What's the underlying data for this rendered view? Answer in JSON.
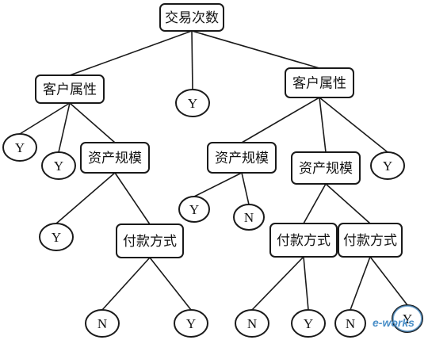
{
  "tree": {
    "decision_nodes": [
      {
        "id": "root",
        "label": "交易次数"
      },
      {
        "id": "a1",
        "label": "客户属性"
      },
      {
        "id": "a2",
        "label": "客户属性"
      },
      {
        "id": "b1",
        "label": "资产规模"
      },
      {
        "id": "b2",
        "label": "资产规模"
      },
      {
        "id": "b3",
        "label": "资产规模"
      },
      {
        "id": "c1",
        "label": "付款方式"
      },
      {
        "id": "c2",
        "label": "付款方式"
      },
      {
        "id": "c3",
        "label": "付款方式"
      }
    ],
    "leaves": [
      {
        "id": "l_root",
        "label": "Y"
      },
      {
        "id": "l_a1_1",
        "label": "Y"
      },
      {
        "id": "l_a1_2",
        "label": "Y"
      },
      {
        "id": "l_b1",
        "label": "Y"
      },
      {
        "id": "l_c1_1",
        "label": "N"
      },
      {
        "id": "l_c1_2",
        "label": "Y"
      },
      {
        "id": "l_b2_1",
        "label": "Y"
      },
      {
        "id": "l_b2_2",
        "label": "N"
      },
      {
        "id": "l_a2",
        "label": "Y"
      },
      {
        "id": "l_c2_1",
        "label": "N"
      },
      {
        "id": "l_c2_2",
        "label": "Y"
      },
      {
        "id": "l_c3_1",
        "label": "N"
      },
      {
        "id": "l_c3_2",
        "label": "Y"
      }
    ],
    "edges": [
      [
        "root",
        "a1"
      ],
      [
        "root",
        "l_root"
      ],
      [
        "root",
        "a2"
      ],
      [
        "a1",
        "l_a1_1"
      ],
      [
        "a1",
        "l_a1_2"
      ],
      [
        "a1",
        "b1"
      ],
      [
        "b1",
        "l_b1"
      ],
      [
        "b1",
        "c1"
      ],
      [
        "c1",
        "l_c1_1"
      ],
      [
        "c1",
        "l_c1_2"
      ],
      [
        "a2",
        "b2"
      ],
      [
        "a2",
        "b3"
      ],
      [
        "a2",
        "l_a2"
      ],
      [
        "b2",
        "l_b2_1"
      ],
      [
        "b2",
        "l_b2_2"
      ],
      [
        "b3",
        "c2"
      ],
      [
        "b3",
        "c3"
      ],
      [
        "c2",
        "l_c2_1"
      ],
      [
        "c2",
        "l_c2_2"
      ],
      [
        "c3",
        "l_c3_1"
      ],
      [
        "c3",
        "l_c3_2"
      ]
    ]
  },
  "watermark": {
    "text": "e-works",
    "color": "#4a8fc8"
  }
}
